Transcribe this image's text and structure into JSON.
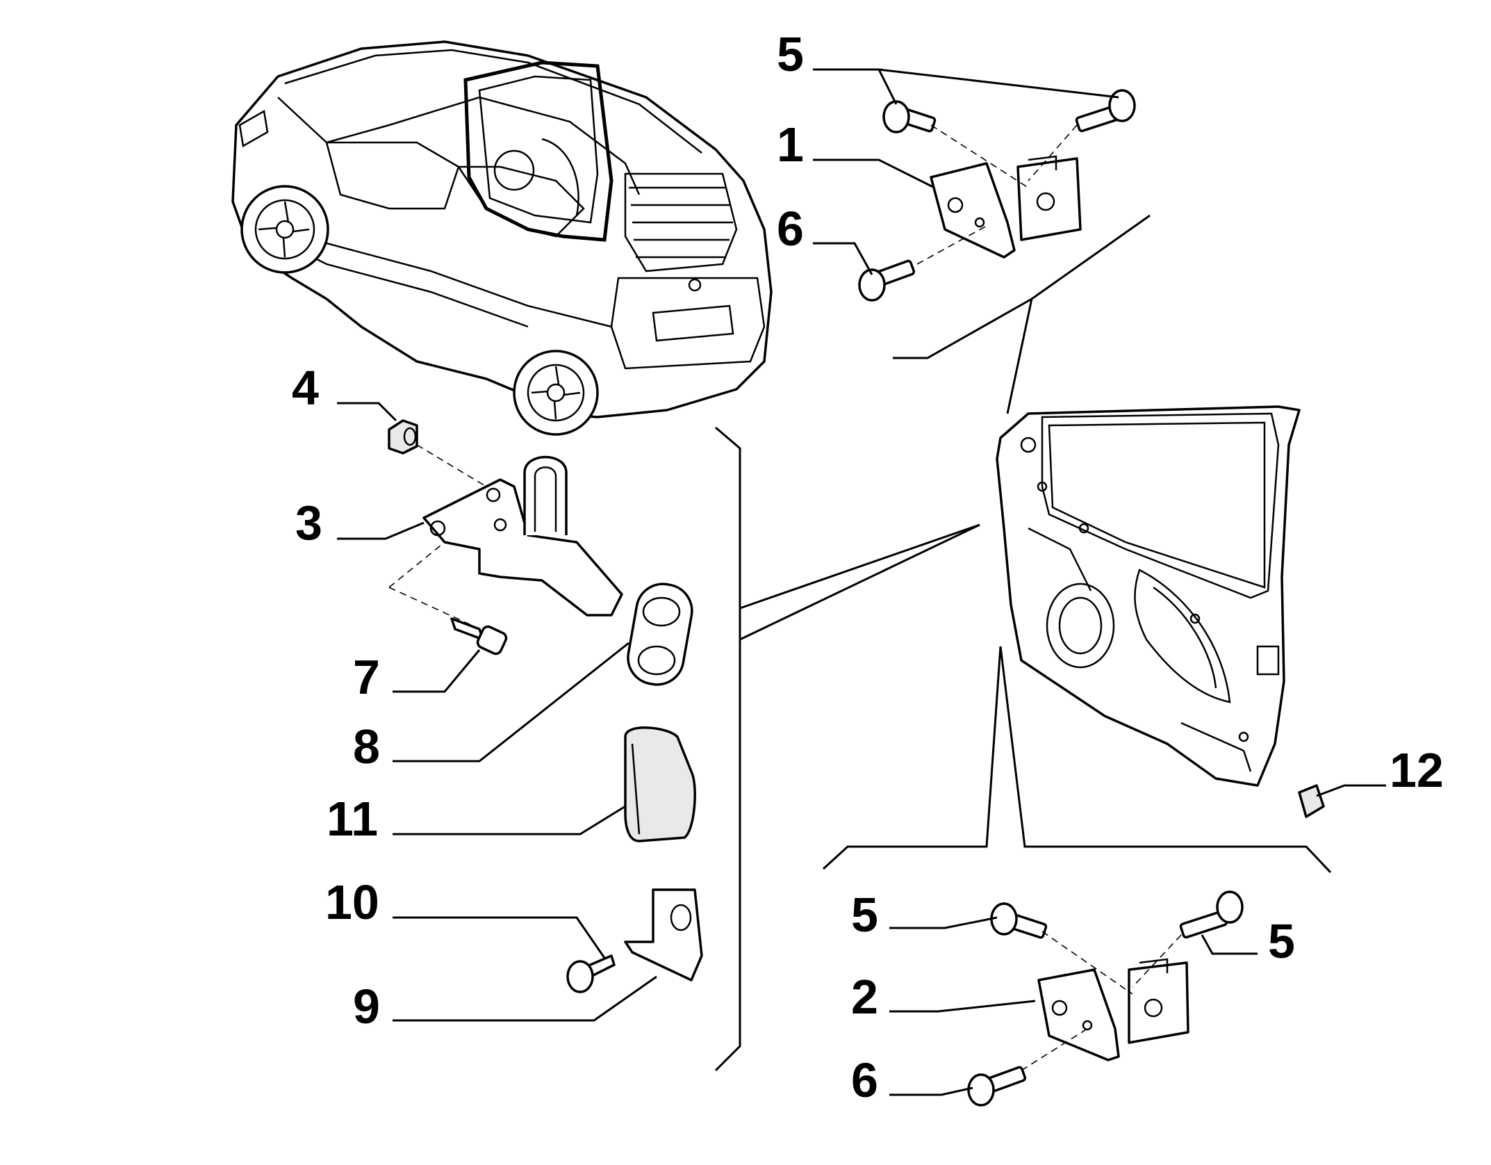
{
  "callouts": {
    "c1": "1",
    "c2": "2",
    "c3": "3",
    "c4": "4",
    "c5a": "5",
    "c5b": "5",
    "c5c": "5",
    "c6a": "6",
    "c6b": "6",
    "c7": "7",
    "c8": "8",
    "c9": "9",
    "c10": "10",
    "c11": "11",
    "c12": "12"
  }
}
